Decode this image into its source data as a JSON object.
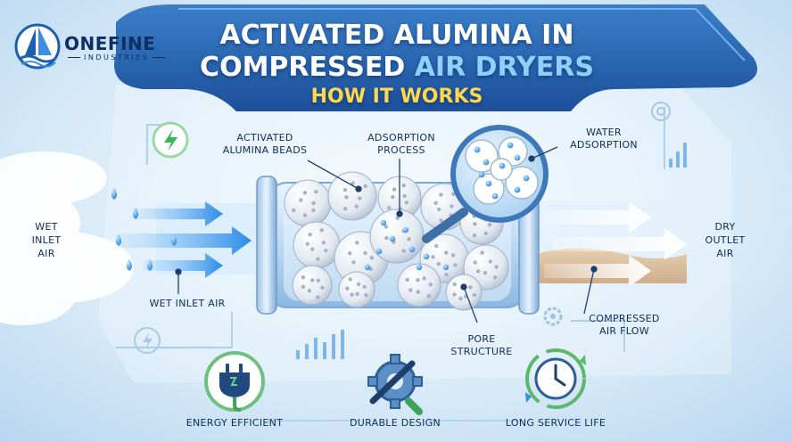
{
  "brand": {
    "name": "ONEFINE",
    "sub": "INDUSTRIES"
  },
  "title": {
    "line1": "ACTIVATED ALUMINA IN",
    "line2a": "COMPRESSED",
    "line2b": "AIR DRYERS",
    "line3": "HOW IT WORKS"
  },
  "labels": {
    "beads_1": "ACTIVATED",
    "beads_2": "ALUMINA BEADS",
    "process_1": "ADSORPTION",
    "process_2": "PROCESS",
    "water_1": "WATER",
    "water_2": "ADSORPTION",
    "inlet_1": "WET",
    "inlet_2": "INLET",
    "inlet_3": "AIR",
    "outlet_1": "DRY",
    "outlet_2": "OUTLET",
    "outlet_3": "AIR",
    "wet_inlet": "WET INLET AIR",
    "pore_1": "PORE",
    "pore_2": "STRUCTURE",
    "flow_1": "COMPRESSED",
    "flow_2": "AIR FLOW"
  },
  "features": [
    {
      "label": "ENERGY EFFICIENT",
      "icon": "plug-icon"
    },
    {
      "label": "DURABLE DESIGN",
      "icon": "gear-wrench-icon"
    },
    {
      "label": "LONG SERVICE LIFE",
      "icon": "clock-cycle-icon"
    }
  ],
  "colors": {
    "navy": "#0c2d5a",
    "accent_blue": "#2a7fd8",
    "title_yellow": "#ffd94a",
    "title_sky": "#8fd0ff"
  }
}
